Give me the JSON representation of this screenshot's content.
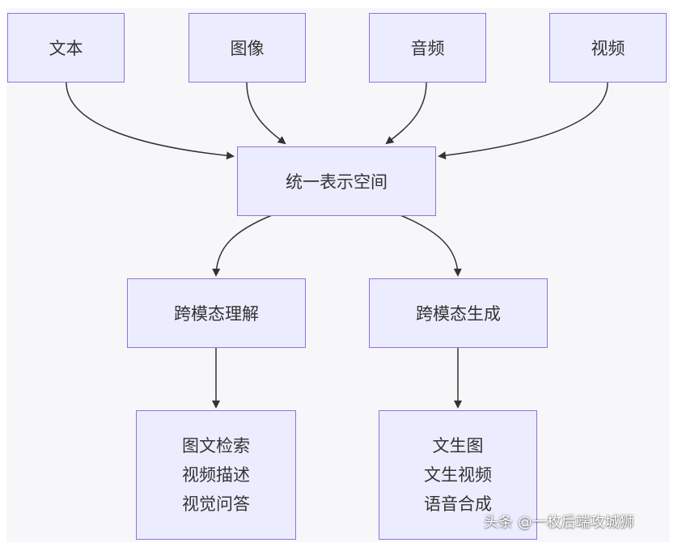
{
  "diagram": {
    "inputs": {
      "text": "文本",
      "image": "图像",
      "audio": "音频",
      "video": "视频"
    },
    "center": "统一表示空间",
    "understanding": {
      "title": "跨模态理解",
      "tasks": [
        "图文检索",
        "视频描述",
        "视觉问答"
      ]
    },
    "generation": {
      "title": "跨模态生成",
      "tasks": [
        "文生图",
        "文生视频",
        "语音合成"
      ]
    }
  },
  "watermark": "头条 @一枚后端攻城狮",
  "colors": {
    "node_fill": "#ececff",
    "node_border": "#9370db",
    "edge": "#333333",
    "background": "#f7f7fa"
  }
}
